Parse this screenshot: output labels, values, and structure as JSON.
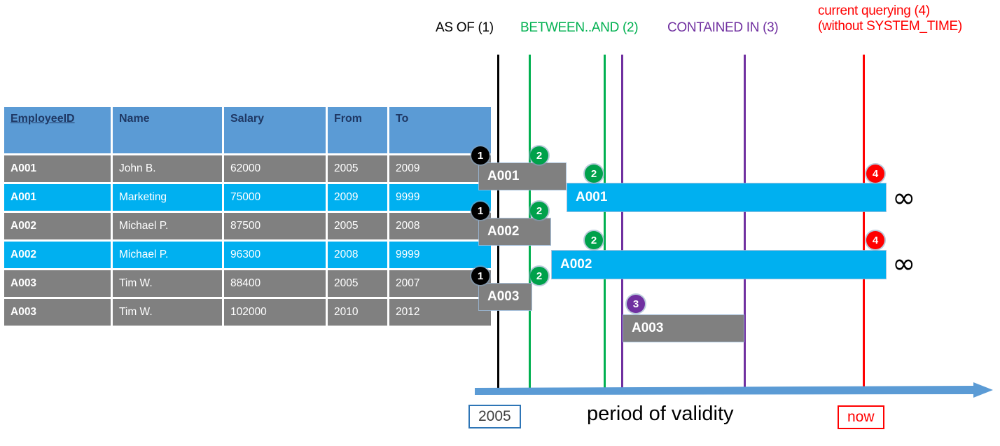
{
  "table": {
    "columns": [
      "EmployeeID",
      "Name",
      "Salary",
      "From",
      "To"
    ],
    "rows": [
      {
        "style": "gray",
        "cells": [
          "A001",
          "John  B.",
          "62000",
          "2005",
          "2009"
        ]
      },
      {
        "style": "blue",
        "cells": [
          "A001",
          "Marketing",
          "75000",
          "2009",
          "9999"
        ]
      },
      {
        "style": "gray",
        "cells": [
          "A002",
          "Michael P.",
          "87500",
          "2005",
          "2008"
        ]
      },
      {
        "style": "blue",
        "cells": [
          "A002",
          "Michael P.",
          "96300",
          "2008",
          "9999"
        ]
      },
      {
        "style": "gray",
        "cells": [
          "A003",
          "Tim W.",
          "88400",
          "2005",
          "2007"
        ]
      },
      {
        "style": "gray",
        "cells": [
          "A003",
          "Tim W.",
          "102000",
          "2010",
          "2012"
        ]
      }
    ]
  },
  "diagram": {
    "legend": {
      "as_of": "AS OF (1)",
      "between_and": "BETWEEN..AND (2)",
      "contained_in": "CONTAINED IN (3)",
      "current_line1": "current querying (4)",
      "current_line2": "(without SYSTEM_TIME)"
    },
    "bars": [
      {
        "label": "A001",
        "style": "gray"
      },
      {
        "label": "A001",
        "style": "blue"
      },
      {
        "label": "A002",
        "style": "gray"
      },
      {
        "label": "A002",
        "style": "blue"
      },
      {
        "label": "A003",
        "style": "gray"
      },
      {
        "label": "A003",
        "style": "gray"
      }
    ],
    "markers": [
      {
        "num": "1",
        "color": "black"
      },
      {
        "num": "2",
        "color": "green"
      },
      {
        "num": "2",
        "color": "green"
      },
      {
        "num": "4",
        "color": "red"
      },
      {
        "num": "1",
        "color": "black"
      },
      {
        "num": "2",
        "color": "green"
      },
      {
        "num": "2",
        "color": "green"
      },
      {
        "num": "4",
        "color": "red"
      },
      {
        "num": "1",
        "color": "black"
      },
      {
        "num": "2",
        "color": "green"
      },
      {
        "num": "3",
        "color": "purple"
      }
    ],
    "infinity_symbol": "∞",
    "axis": {
      "start_label": "2005",
      "end_label": "now",
      "caption": "period of validity"
    }
  },
  "colors": {
    "header_blue": "#5b9bd5",
    "row_gray": "#808080",
    "row_blue": "#00b0f0",
    "green": "#00b050",
    "purple": "#7030a0",
    "red": "#ff0000",
    "axis_blue": "#5b9bd5"
  }
}
